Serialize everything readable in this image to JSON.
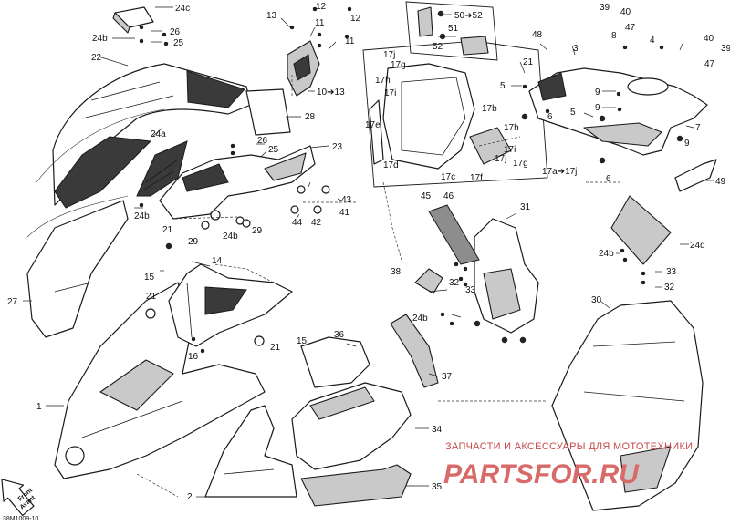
{
  "diagram": {
    "reference_code": "38M1009-10",
    "front_arrow": {
      "line1": "Front",
      "line2": "Avant"
    },
    "watermark": {
      "line1": "ЗАПЧАСТИ И АКСЕССУАРЫ ДЛЯ МОТОТЕХНИКИ",
      "line2": "PARTSFOR.RU"
    },
    "callouts": {
      "c1": "1",
      "c2": "2",
      "c3": "3",
      "c4": "4",
      "c5a": "5",
      "c5b": "5",
      "c6a": "6",
      "c6b": "6",
      "c7": "7",
      "c8": "8",
      "c9a": "9",
      "c9b": "9",
      "c10": "10➔13",
      "c11a": "11",
      "c11b": "11",
      "c12a": "12",
      "c12b": "12",
      "c13": "13",
      "c14": "14",
      "c15a": "15",
      "c15b": "15",
      "c16": "16",
      "c17a": "17j",
      "c17b": "17g",
      "c17c": "17h",
      "c17d": "17i",
      "c17e": "17e",
      "c17f": "17b",
      "c17g": "17h",
      "c17h": "17i",
      "c17i": "17j",
      "c17j": "17g",
      "c17k": "17d",
      "c17l": "17c",
      "c17m": "17f",
      "c17n": "17a➔17j",
      "c21a": "21",
      "c21b": "21",
      "c21c": "21",
      "c22": "22",
      "c23": "23",
      "c24a": "24a",
      "c24b1": "24b",
      "c24b2": "24b",
      "c24b3": "24b",
      "c24b4": "24b",
      "c24b5": "24b",
      "c24c": "24c",
      "c24d": "24d",
      "c25a": "25",
      "c25b": "25",
      "c26a": "26",
      "c26b": "26",
      "c27": "27",
      "c28": "28",
      "c29a": "29",
      "c29b": "29",
      "c30": "30",
      "c31": "31",
      "c32a": "32",
      "c32b": "32",
      "c33a": "33",
      "c33b": "33",
      "c34": "34",
      "c35": "35",
      "c36": "36",
      "c37": "37",
      "c38": "38",
      "c39a": "39",
      "c39b": "39",
      "c40a": "40",
      "c40b": "40",
      "c41": "41",
      "c42": "42",
      "c43": "43",
      "c44": "44",
      "c45": "45",
      "c46": "46",
      "c47a": "47",
      "c47b": "47",
      "c48": "48",
      "c49": "49",
      "c50": "50➔52",
      "c51": "51",
      "c52": "52"
    }
  }
}
